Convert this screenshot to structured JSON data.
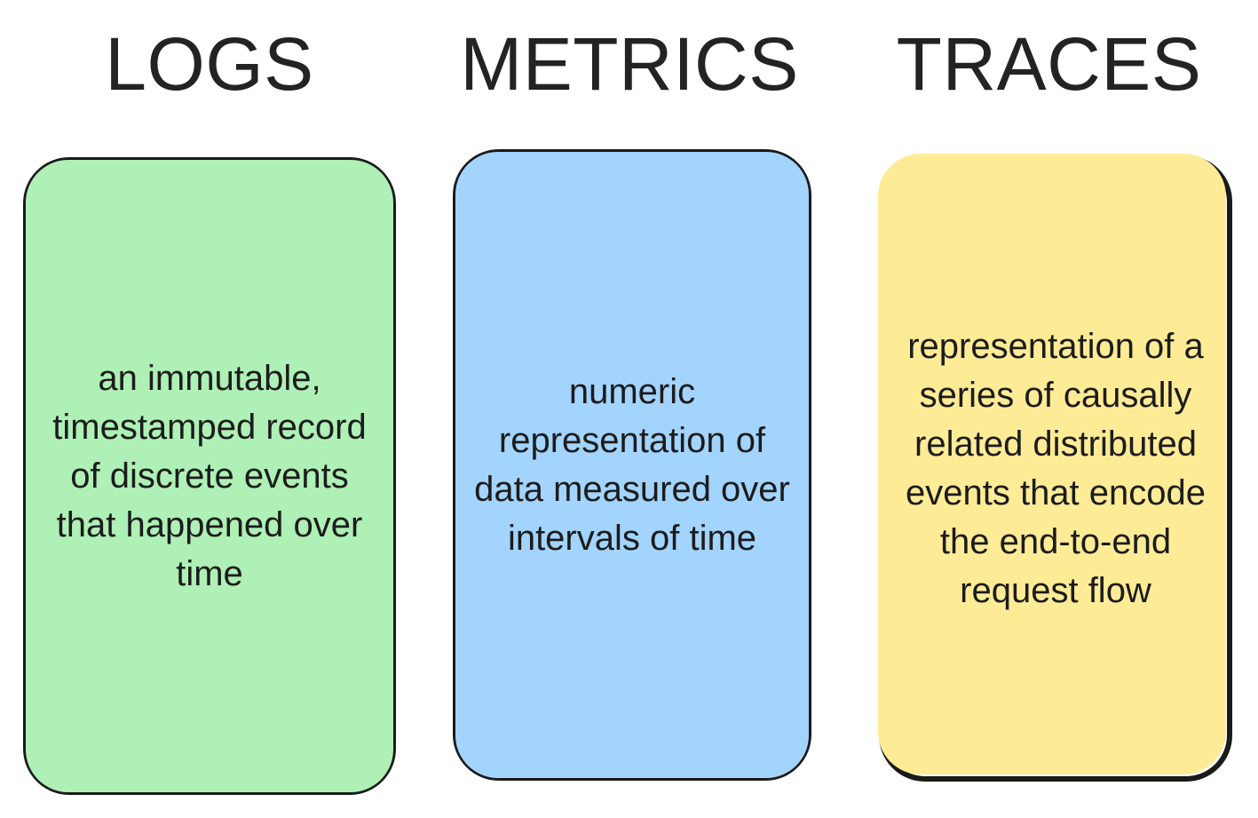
{
  "page": {
    "background_color": "#ffffff",
    "outline_color": "#1a1a1a",
    "text_color": "#1c1c1c"
  },
  "pillars": [
    {
      "id": "logs",
      "title": "LOGS",
      "description": "an immutable, timestamped record of discrete events that happened over time",
      "fill_color": "#aef0b5"
    },
    {
      "id": "metrics",
      "title": "METRICS",
      "description": "numeric representation of data measured over intervals of time",
      "fill_color": "#a3d4fd"
    },
    {
      "id": "traces",
      "title": "TRACES",
      "description": "representation of a series of causally related distributed events that encode the end-to-end request flow",
      "fill_color": "#fdeb96"
    }
  ]
}
